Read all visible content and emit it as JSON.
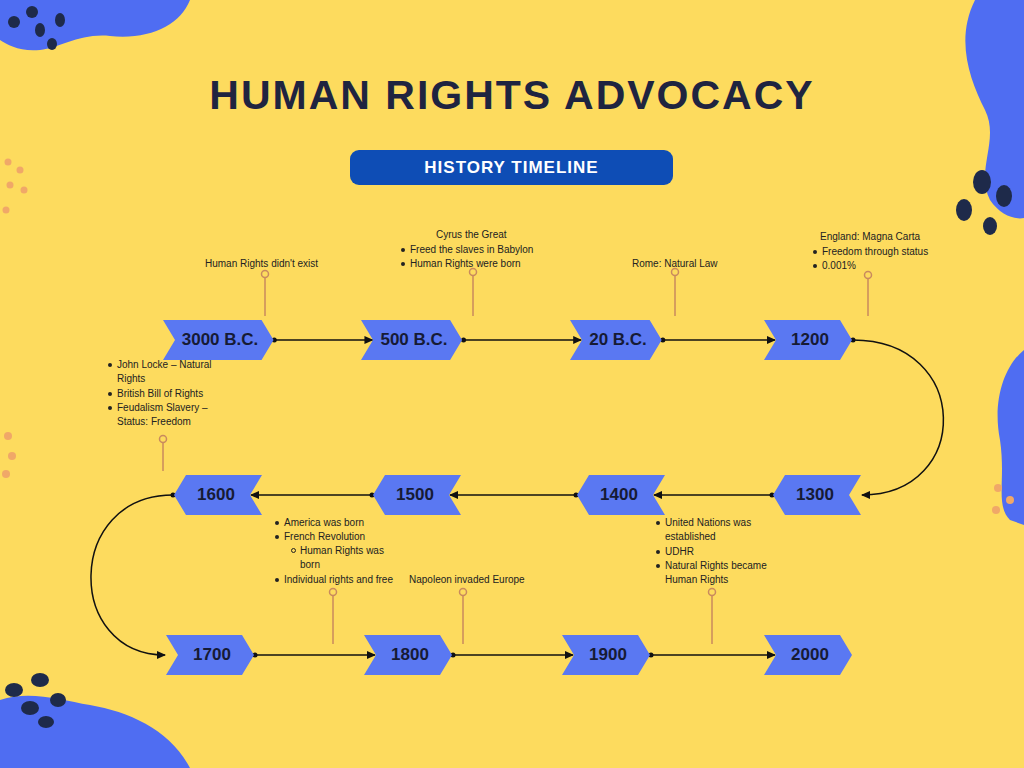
{
  "diagram": {
    "title": "HUMAN RIGHTS ADVOCACY",
    "nodes": [
      {
        "text": [
          "HISTORY TIMELINE"
        ]
      },
      {
        "text": [
          "3000 B.C."
        ]
      },
      {
        "text": [
          "500 B.C."
        ]
      },
      {
        "text": [
          "20 B.C."
        ]
      },
      {
        "text": [
          "1200"
        ]
      },
      {
        "text": [
          "1300"
        ]
      },
      {
        "text": [
          "1400"
        ]
      },
      {
        "text": [
          "1500"
        ]
      },
      {
        "text": [
          "1600"
        ]
      },
      {
        "text": [
          "1700"
        ]
      },
      {
        "text": [
          "1800"
        ]
      },
      {
        "text": [
          "1900"
        ]
      },
      {
        "text": [
          "2000"
        ]
      }
    ],
    "edges": [
      {
        "from": 1,
        "to": 2,
        "arrow": "to"
      },
      {
        "from": 2,
        "to": 3,
        "arrow": "to"
      },
      {
        "from": 3,
        "to": 4,
        "arrow": "to"
      },
      {
        "from": 4,
        "to": 5,
        "arrow": "to"
      },
      {
        "from": 5,
        "to": 6,
        "arrow": "to"
      },
      {
        "from": 6,
        "to": 7,
        "arrow": "to"
      },
      {
        "from": 7,
        "to": 8,
        "arrow": "to"
      },
      {
        "from": 8,
        "to": 9,
        "arrow": "to"
      },
      {
        "from": 9,
        "to": 10,
        "arrow": "to"
      },
      {
        "from": 10,
        "to": 11,
        "arrow": "to"
      },
      {
        "from": 11,
        "to": 12,
        "arrow": "to"
      }
    ],
    "labels": [
      "Human Rights didn't exist",
      "Cyrus the Great",
      "Freed the slaves in Babylon",
      "Human Rights were born",
      "Rome: Natural Law",
      "England: Magna Carta",
      "Freedom through status",
      "0.001%",
      "John Locke – Natural Rights",
      "British Bill of Rights",
      "Feudalism Slavery – Status: Freedom",
      "America was born",
      "French Revolution",
      "Human Rights was born",
      "Individual rights and free",
      "Napoleon invaded Europe",
      "United Nations was established",
      "UDHR",
      "Natural Rights became Human Rights"
    ]
  }
}
